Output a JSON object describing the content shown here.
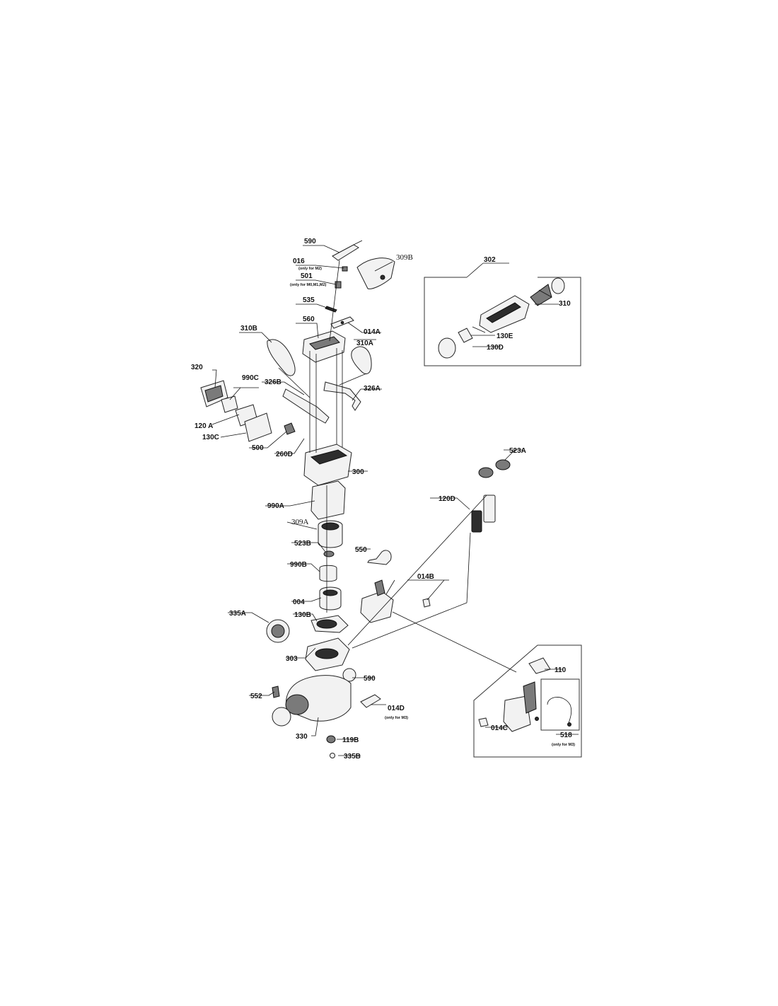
{
  "diagram": {
    "labels": {
      "l590a": "590",
      "l016": "016",
      "n016": "(only for M2)",
      "l309b": "309B",
      "l501": "501",
      "n501": "(only for M0,M1,M2)",
      "l535": "535",
      "l560": "560",
      "l014a": "014A",
      "l310b": "310B",
      "l310a": "310A",
      "l320": "320",
      "l990c": "990C",
      "l326b": "326B",
      "l326a": "326A",
      "l120a": "120 A",
      "l130c": "130C",
      "l500": "500",
      "l260d": "260D",
      "l300": "300",
      "l990a": "990A",
      "l309a": "309A",
      "l523b": "523B",
      "l550": "550",
      "l990b": "990B",
      "l004": "004",
      "l130b": "130B",
      "l335a": "335A",
      "l014b": "014B",
      "l303": "303",
      "l590b": "590",
      "l552": "552",
      "l014d": "014D",
      "n014d": "(only for M3)",
      "l330": "330",
      "l119b": "119B",
      "l335b": "335B",
      "l302": "302",
      "l310": "310",
      "l130e": "130E",
      "l130d": "130D",
      "l523a": "523A",
      "l120d": "120D",
      "l110": "110",
      "l014c": "014C",
      "l518": "518",
      "n518": "(only for M3)"
    }
  }
}
